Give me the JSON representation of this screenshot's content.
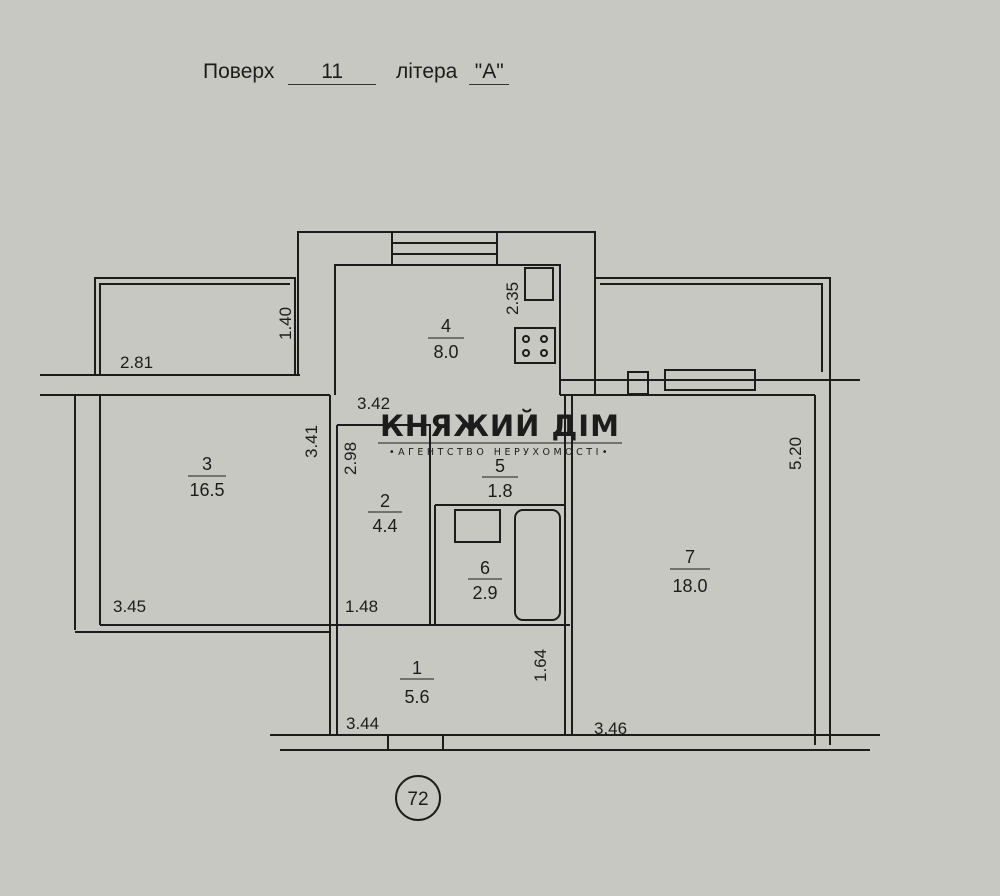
{
  "header": {
    "floor_label": "Поверх",
    "floor_value": "11",
    "letter_label": "літера",
    "letter_value": "\"A\""
  },
  "rooms": [
    {
      "number": "1",
      "area": "5.6"
    },
    {
      "number": "2",
      "area": "4.4"
    },
    {
      "number": "3",
      "area": "16.5"
    },
    {
      "number": "4",
      "area": "8.0"
    },
    {
      "number": "5",
      "area": "1.8"
    },
    {
      "number": "6",
      "area": "2.9"
    },
    {
      "number": "7",
      "area": "18.0"
    }
  ],
  "dimensions": {
    "balcony_left_width": "2.81",
    "balcony_left_depth": "1.40",
    "kitchen_depth": "2.35",
    "kitchen_width": "3.42",
    "room3_depth": "3.41",
    "room2_depth": "2.98",
    "room7_depth": "5.20",
    "room3_width": "3.45",
    "room2_width": "1.48",
    "room1_depth": "1.64",
    "room1_width": "3.44",
    "room7_width": "3.46"
  },
  "apartment_number": "72",
  "watermark": {
    "title": "КНЯЖИЙ ДІМ",
    "subtitle": "•АГЕНТСТВО НЕРУХОМОСТІ•"
  },
  "colors": {
    "paper": "#c8c8c2",
    "ink": "#1c1c1c"
  }
}
